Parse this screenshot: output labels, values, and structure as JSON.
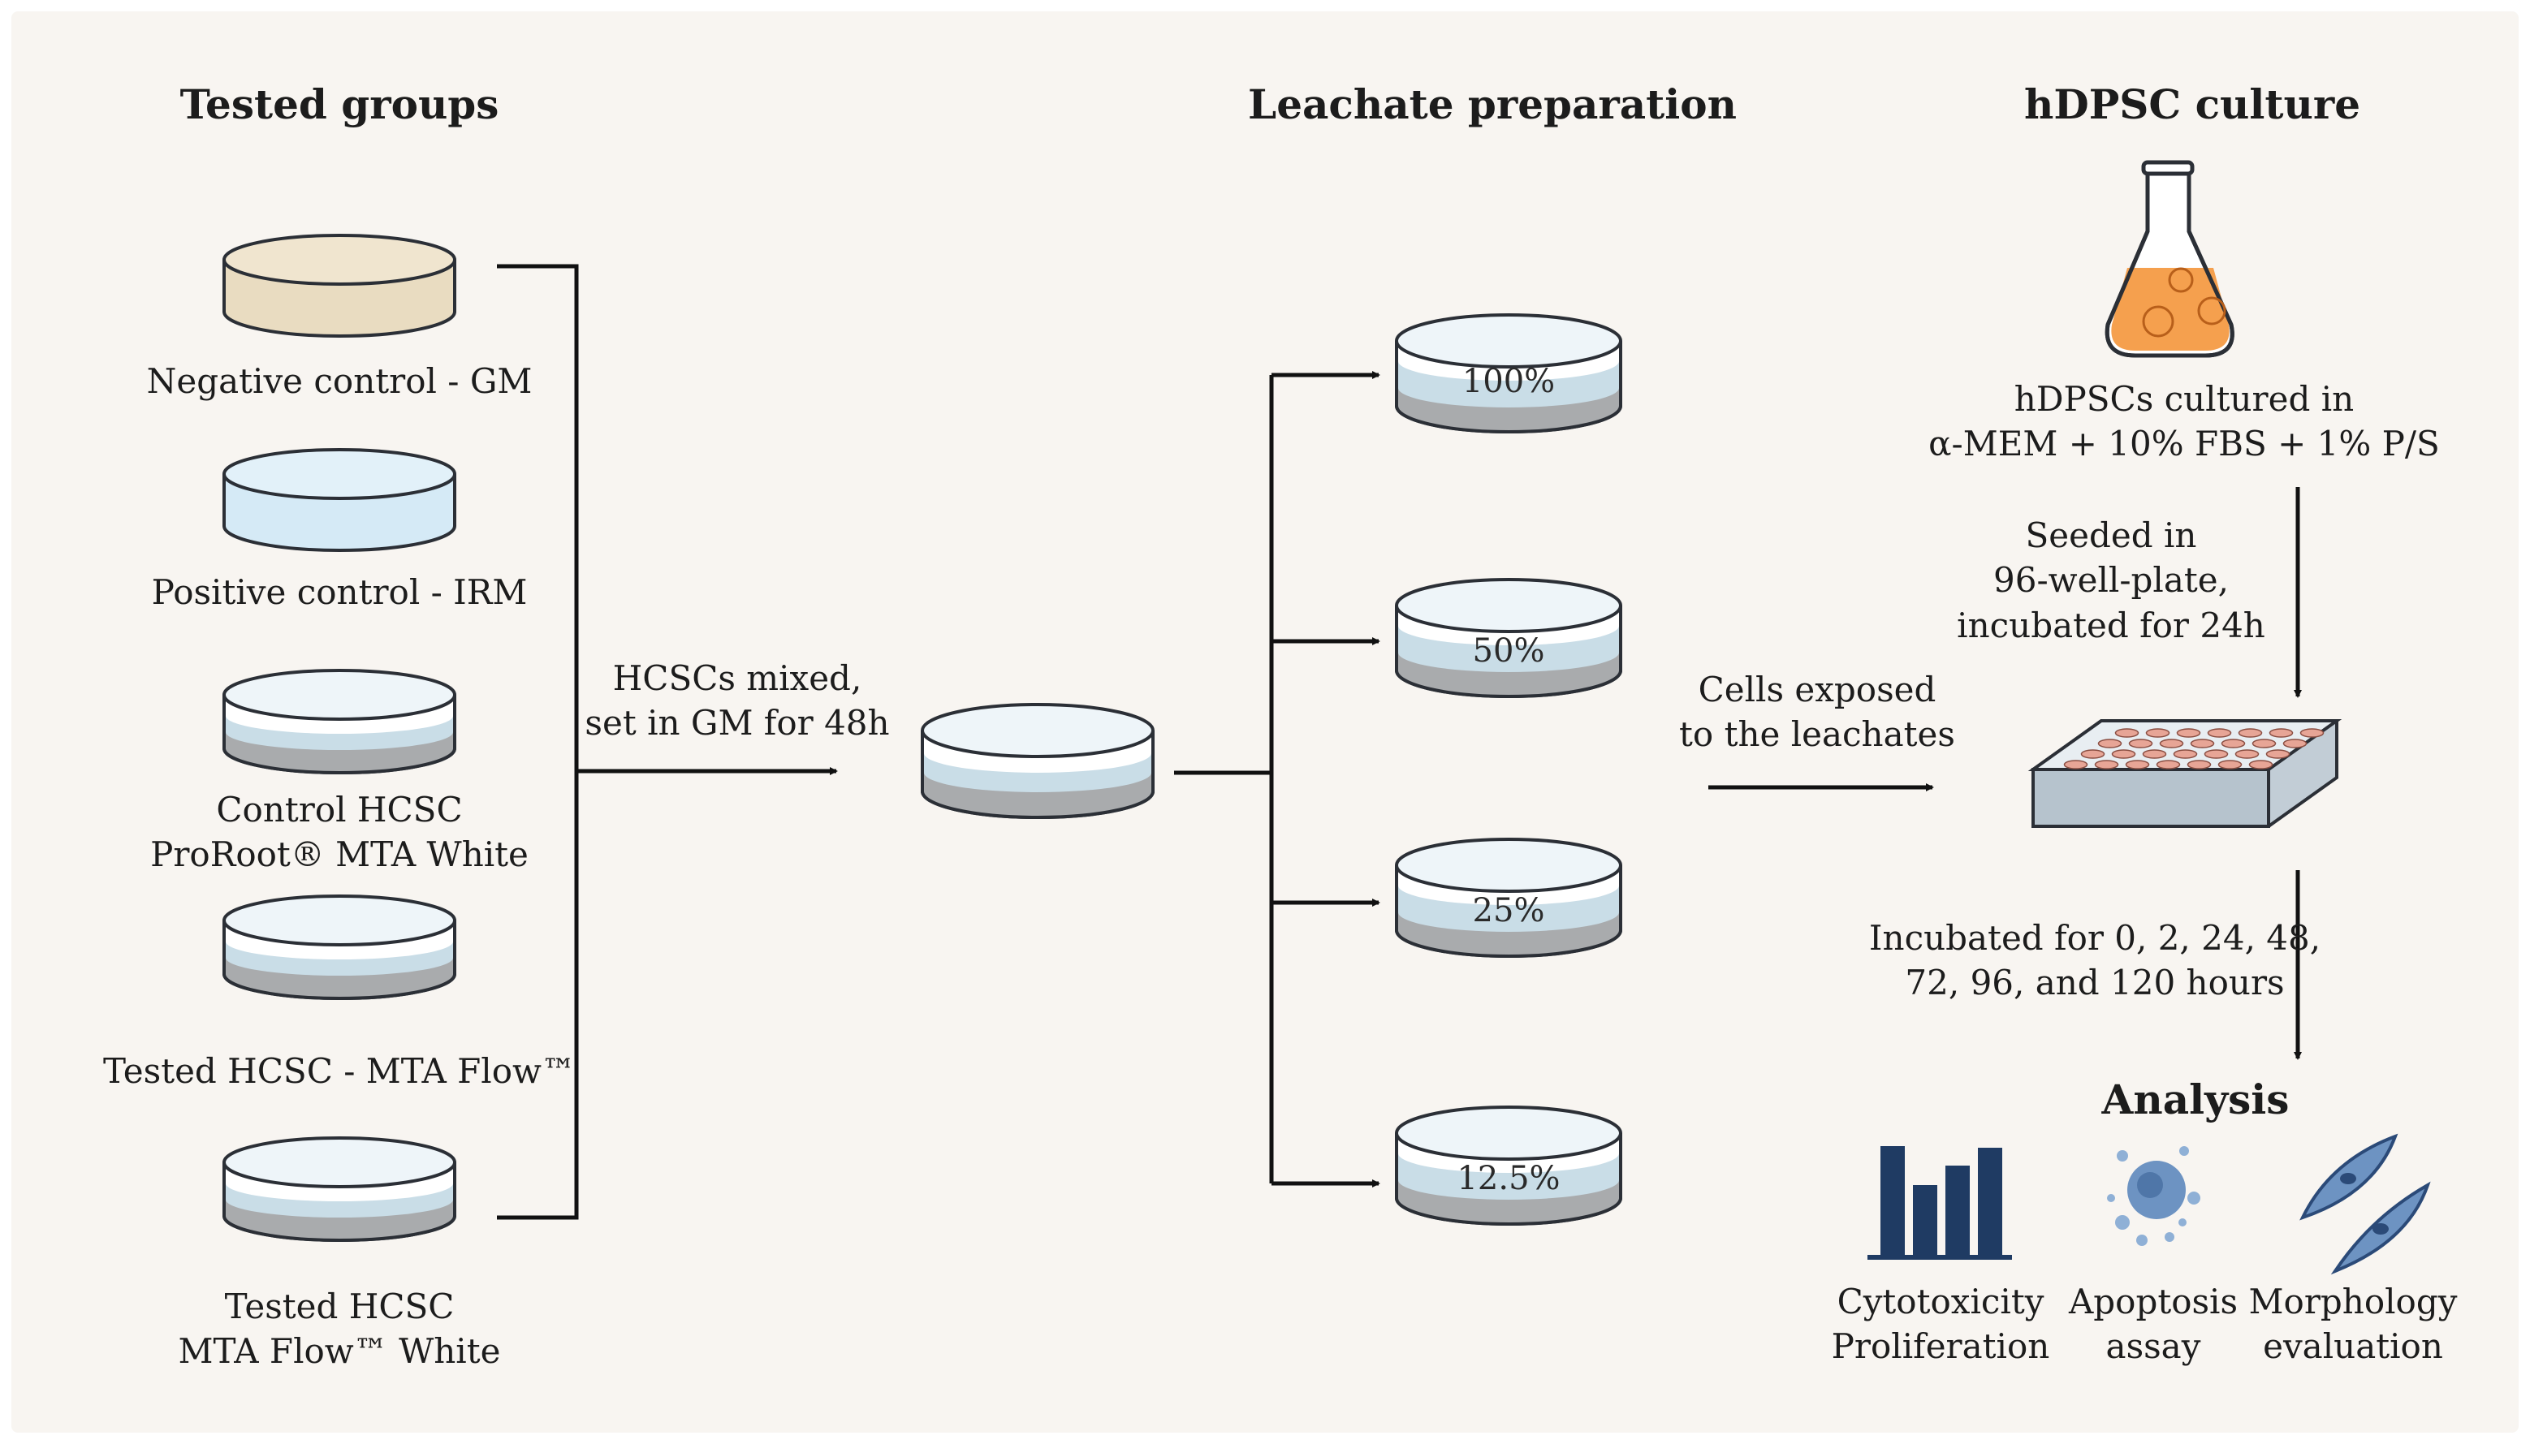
{
  "headers": {
    "tested_groups": "Tested groups",
    "leachate_preparation": "Leachate preparation",
    "hdpsc_culture": "hDPSC culture",
    "analysis": "Analysis"
  },
  "groups": [
    {
      "lines": [
        "Negative control - GM"
      ]
    },
    {
      "lines": [
        "Positive control - IRM"
      ]
    },
    {
      "lines": [
        "Control HCSC",
        "ProRoot® MTA White"
      ]
    },
    {
      "lines": [
        "Tested HCSC - MTA Flow™"
      ]
    },
    {
      "lines": [
        "Tested HCSC",
        "MTA Flow™ White"
      ]
    }
  ],
  "steps": {
    "mix": [
      "HCSCs mixed,",
      "set in GM for 48h"
    ],
    "exposed": [
      "Cells exposed",
      "to the leachates"
    ],
    "cultured": [
      "hDPSCs cultured in",
      "α-MEM + 10% FBS + 1% P/S"
    ],
    "seeded": [
      "Seeded in",
      "96-well-plate,",
      "incubated for 24h"
    ],
    "incubated": [
      "Incubated for 0, 2, 24, 48,",
      "72, 96, and 120 hours"
    ]
  },
  "dilutions": [
    "100%",
    "50%",
    "25%",
    "12.5%"
  ],
  "analysis_items": [
    {
      "lines": [
        "Cytotoxicity",
        "Proliferation"
      ],
      "icon": "bar-chart-icon"
    },
    {
      "lines": [
        "Apoptosis",
        "assay"
      ],
      "icon": "apoptotic-cell-icon"
    },
    {
      "lines": [
        "Morphology",
        "evaluation"
      ],
      "icon": "spindle-cells-icon"
    }
  ],
  "colors": {
    "background": "#f8f5f1",
    "material_gm": "#e9dcc1",
    "material_irm": "#d5eaf6",
    "liquid": "#c9dde7",
    "cement": "#a9abad",
    "medium_orange": "#f5a04e",
    "well_pink": "#e7a596",
    "chart_navy": "#1f3b63",
    "cell_blue": "#6d93c2"
  }
}
